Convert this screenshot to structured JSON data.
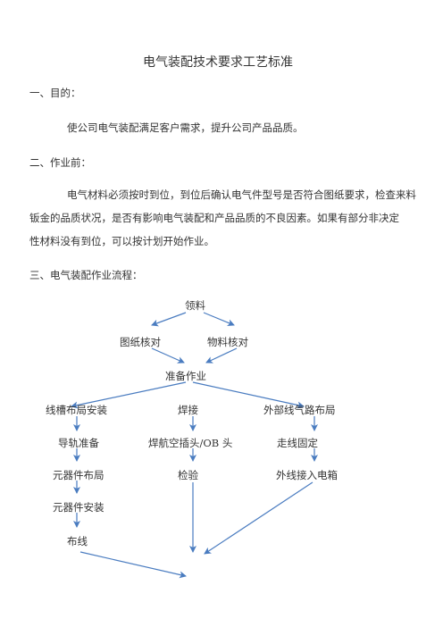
{
  "doc": {
    "title": "电气装配技术要求工艺标准",
    "s1": {
      "heading": "一、目的：",
      "text": "使公司电气装配满足客户需求，提升公司产品品质。"
    },
    "s2": {
      "heading": "二、作业前：",
      "lines": [
        "电气材料必须按时到位，到位后确认电气件型号是否符合图纸要求，检查来料",
        "钣金的品质状况，是否有影响电气装配和产品品质的不良因素。如果有部分非决定",
        "性材料没有到位，可以按计划开始作业。"
      ]
    },
    "s3": {
      "heading": "三、电气装配作业流程："
    }
  },
  "flow": {
    "n1": "领料",
    "n2a": "图纸核对",
    "n2b": "物料核对",
    "n3": "准备作业",
    "c1": [
      "线槽布局安装",
      "导轨准备",
      "元器件布局",
      "元器件安装",
      "布线"
    ],
    "c2": [
      "焊接",
      "焊航空插头/OB 头",
      "检验"
    ],
    "c3": [
      "外部线气路布局",
      "走线固定",
      "外线接入电箱"
    ]
  },
  "colors": {
    "arrow": "#4a7cc0",
    "text": "#333333"
  }
}
